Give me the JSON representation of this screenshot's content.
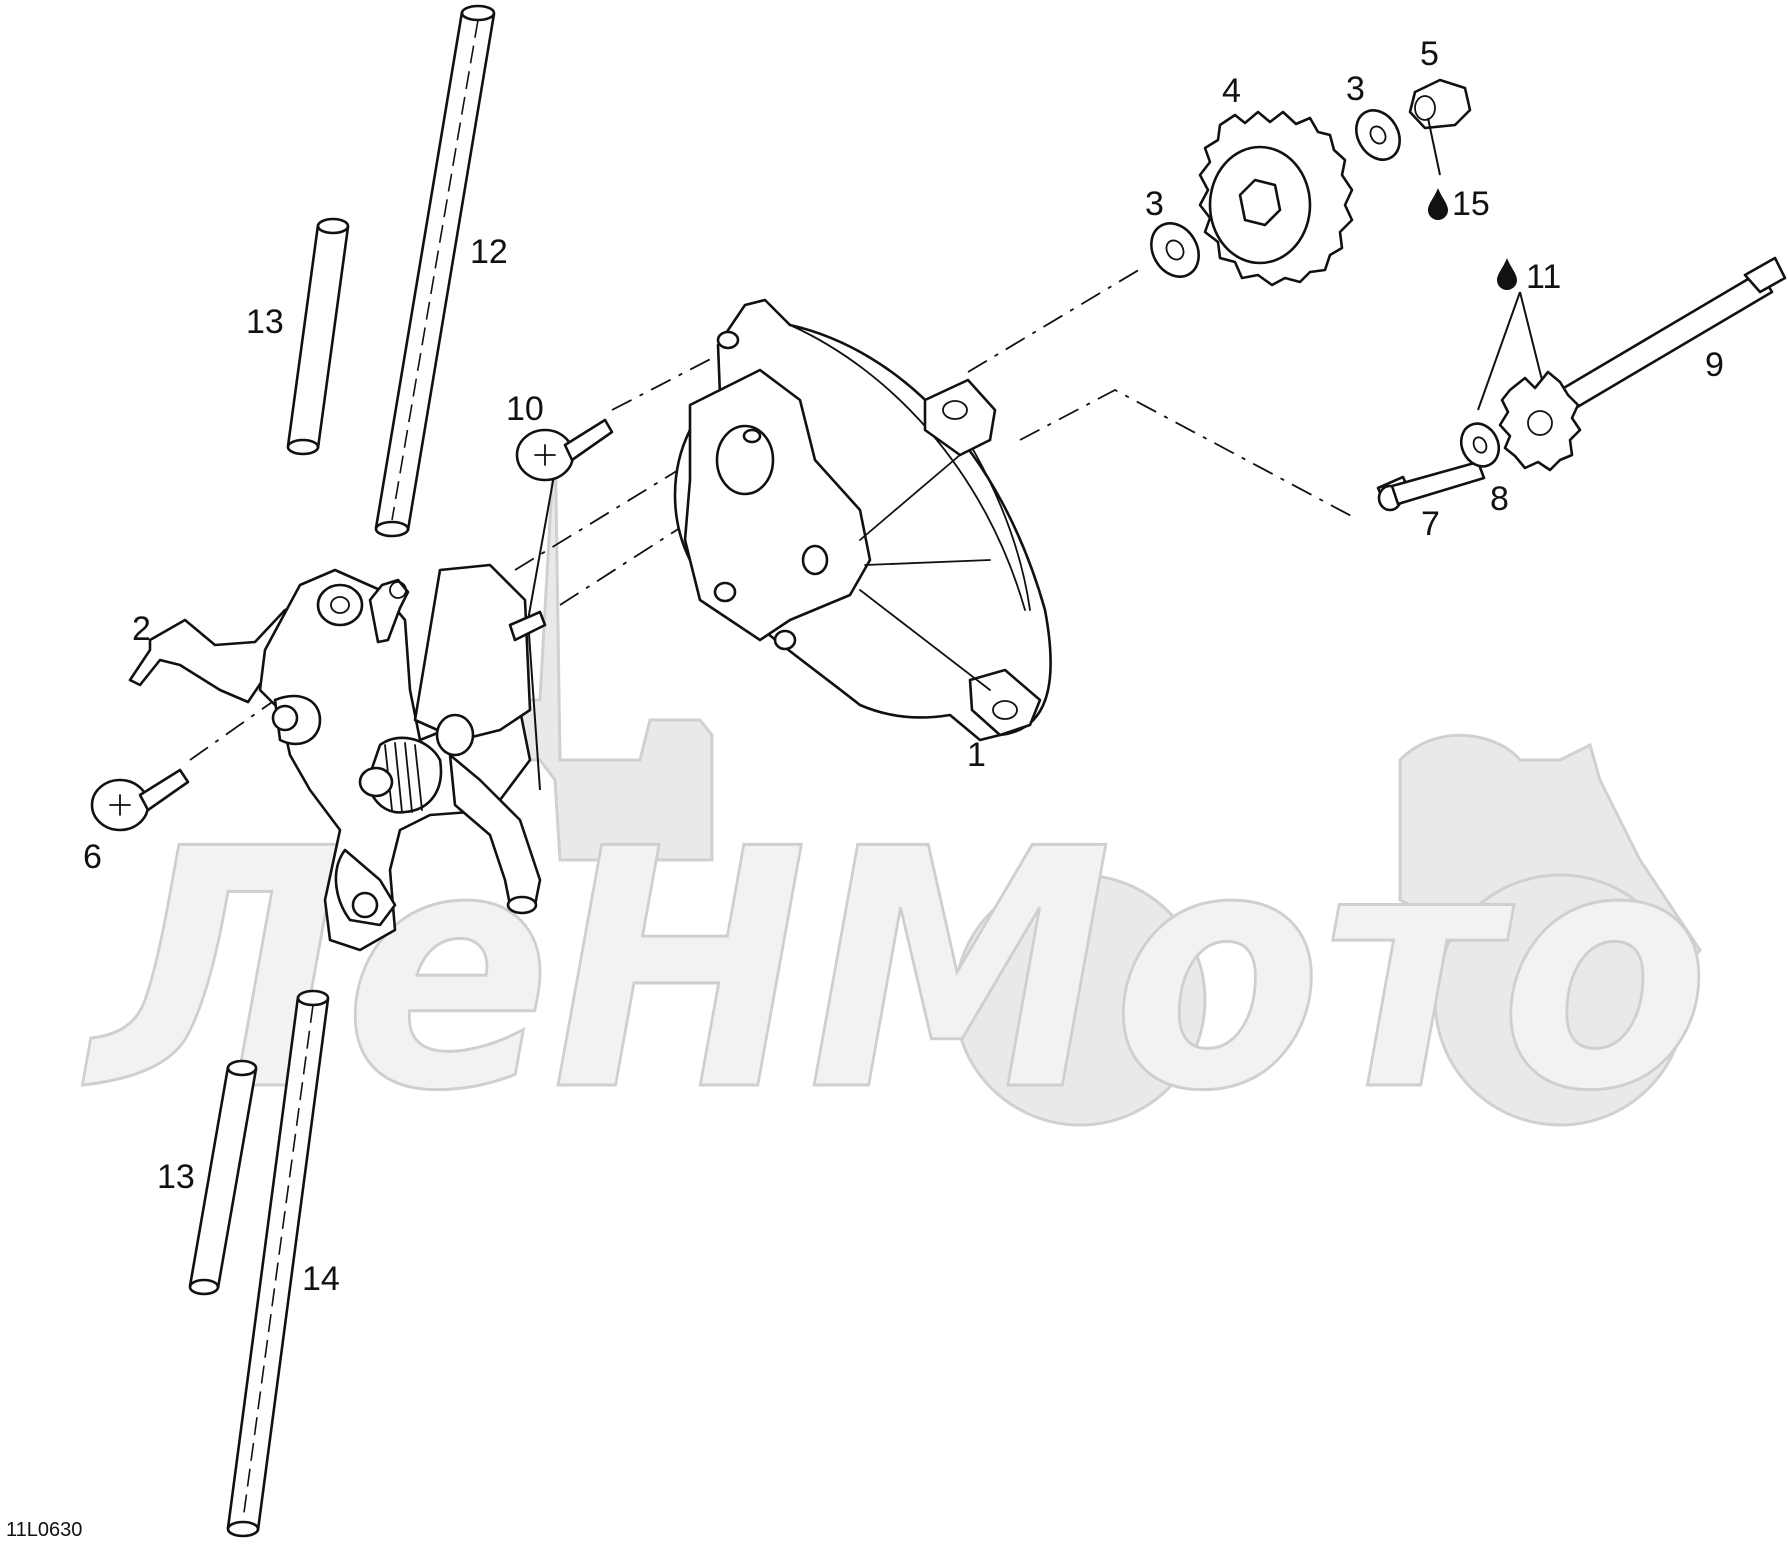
{
  "figure_code": "11L0630",
  "watermark_text": "ЛеНМото",
  "callouts": [
    {
      "id": "c1",
      "label": "1"
    },
    {
      "id": "c2",
      "label": "2"
    },
    {
      "id": "c3a",
      "label": "3"
    },
    {
      "id": "c3b",
      "label": "3"
    },
    {
      "id": "c4",
      "label": "4"
    },
    {
      "id": "c5",
      "label": "5"
    },
    {
      "id": "c6",
      "label": "6"
    },
    {
      "id": "c7",
      "label": "7"
    },
    {
      "id": "c8",
      "label": "8"
    },
    {
      "id": "c9",
      "label": "9"
    },
    {
      "id": "c10",
      "label": "10"
    },
    {
      "id": "c11",
      "label": "11"
    },
    {
      "id": "c12",
      "label": "12"
    },
    {
      "id": "c13a",
      "label": "13"
    },
    {
      "id": "c13b",
      "label": "13"
    },
    {
      "id": "c14",
      "label": "14"
    },
    {
      "id": "c15",
      "label": "15"
    }
  ],
  "icons": {
    "lubricant": "oil-drop-icon"
  }
}
